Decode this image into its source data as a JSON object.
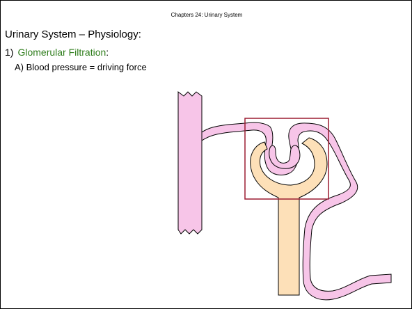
{
  "slide": {
    "header": "Chapters 24: Urinary System",
    "title": "Urinary System – Physiology:",
    "point1": {
      "number": "1)",
      "highlight": "Glomerular Filtration",
      "suffix": ":"
    },
    "point1a": "A) Blood pressure  =  driving force"
  },
  "colors": {
    "highlight_text": "#2e7d1b",
    "vessel_fill": "#f7c5e8",
    "tubule_fill": "#fde0b8",
    "box_stroke": "#9b1b30"
  }
}
